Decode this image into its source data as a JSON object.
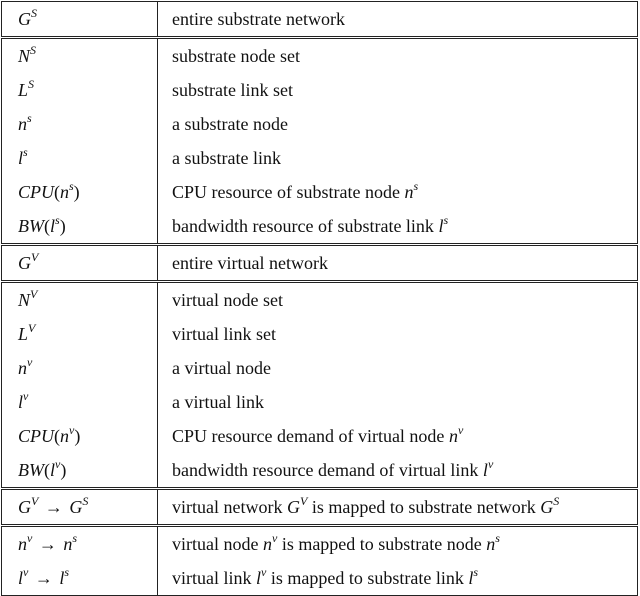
{
  "groups": [
    {
      "rows": [
        {
          "symbol": {
            "base": "G",
            "sup": "S"
          },
          "desc": "entire substrate network"
        }
      ]
    },
    {
      "rows": [
        {
          "symbol": {
            "base": "N",
            "sup": "S"
          },
          "desc": "substrate node set"
        },
        {
          "symbol": {
            "base": "L",
            "sup": "S"
          },
          "desc": "substrate link set"
        },
        {
          "symbol": {
            "base": "n",
            "sup": "s"
          },
          "desc": "a substrate node"
        },
        {
          "symbol": {
            "base": "l",
            "sup": "s"
          },
          "desc": "a substrate link"
        },
        {
          "symbol": {
            "fn": "CPU",
            "arg": "n",
            "sup": "s"
          },
          "desc": "CPU resource of substrate node",
          "desc_math": {
            "base": "n",
            "sup": "s"
          }
        },
        {
          "symbol": {
            "fn": "BW",
            "arg": "l",
            "sup": "s"
          },
          "desc": "bandwidth resource of substrate link",
          "desc_math": {
            "base": "l",
            "sup": "s"
          }
        }
      ]
    },
    {
      "rows": [
        {
          "symbol": {
            "base": "G",
            "sup": "V"
          },
          "desc": "entire virtual network"
        }
      ]
    },
    {
      "rows": [
        {
          "symbol": {
            "base": "N",
            "sup": "V"
          },
          "desc": "virtual node set"
        },
        {
          "symbol": {
            "base": "L",
            "sup": "V"
          },
          "desc": "virtual link set"
        },
        {
          "symbol": {
            "base": "n",
            "sup": "v"
          },
          "desc": "a virtual node"
        },
        {
          "symbol": {
            "base": "l",
            "sup": "v"
          },
          "desc": "a virtual link"
        },
        {
          "symbol": {
            "fn": "CPU",
            "arg": "n",
            "sup": "v"
          },
          "desc": "CPU resource demand of virtual node",
          "desc_math": {
            "base": "n",
            "sup": "v"
          }
        },
        {
          "symbol": {
            "fn": "BW",
            "arg": "l",
            "sup": "v"
          },
          "desc": "bandwidth resource demand of virtual link",
          "desc_math": {
            "base": "l",
            "sup": "v"
          }
        }
      ]
    },
    {
      "rows": [
        {
          "symbol": {
            "from": {
              "base": "G",
              "sup": "V"
            },
            "arrow": "→",
            "to": {
              "base": "G",
              "sup": "S"
            }
          },
          "desc_parts": [
            "virtual network ",
            {
              "base": "G",
              "sup": "V"
            },
            " is mapped to substrate network ",
            {
              "base": "G",
              "sup": "S"
            }
          ]
        }
      ]
    },
    {
      "rows": [
        {
          "symbol": {
            "from": {
              "base": "n",
              "sup": "v"
            },
            "arrow": "→",
            "to": {
              "base": "n",
              "sup": "s"
            }
          },
          "desc_parts": [
            "virtual node ",
            {
              "base": "n",
              "sup": "v"
            },
            " is mapped to substrate node ",
            {
              "base": "n",
              "sup": "s"
            }
          ]
        },
        {
          "symbol": {
            "from": {
              "base": "l",
              "sup": "v"
            },
            "arrow": "→",
            "to": {
              "base": "l",
              "sup": "s"
            }
          },
          "desc_parts": [
            "virtual link ",
            {
              "base": "l",
              "sup": "v"
            },
            " is mapped to substrate link ",
            {
              "base": "l",
              "sup": "s"
            }
          ]
        }
      ]
    }
  ]
}
